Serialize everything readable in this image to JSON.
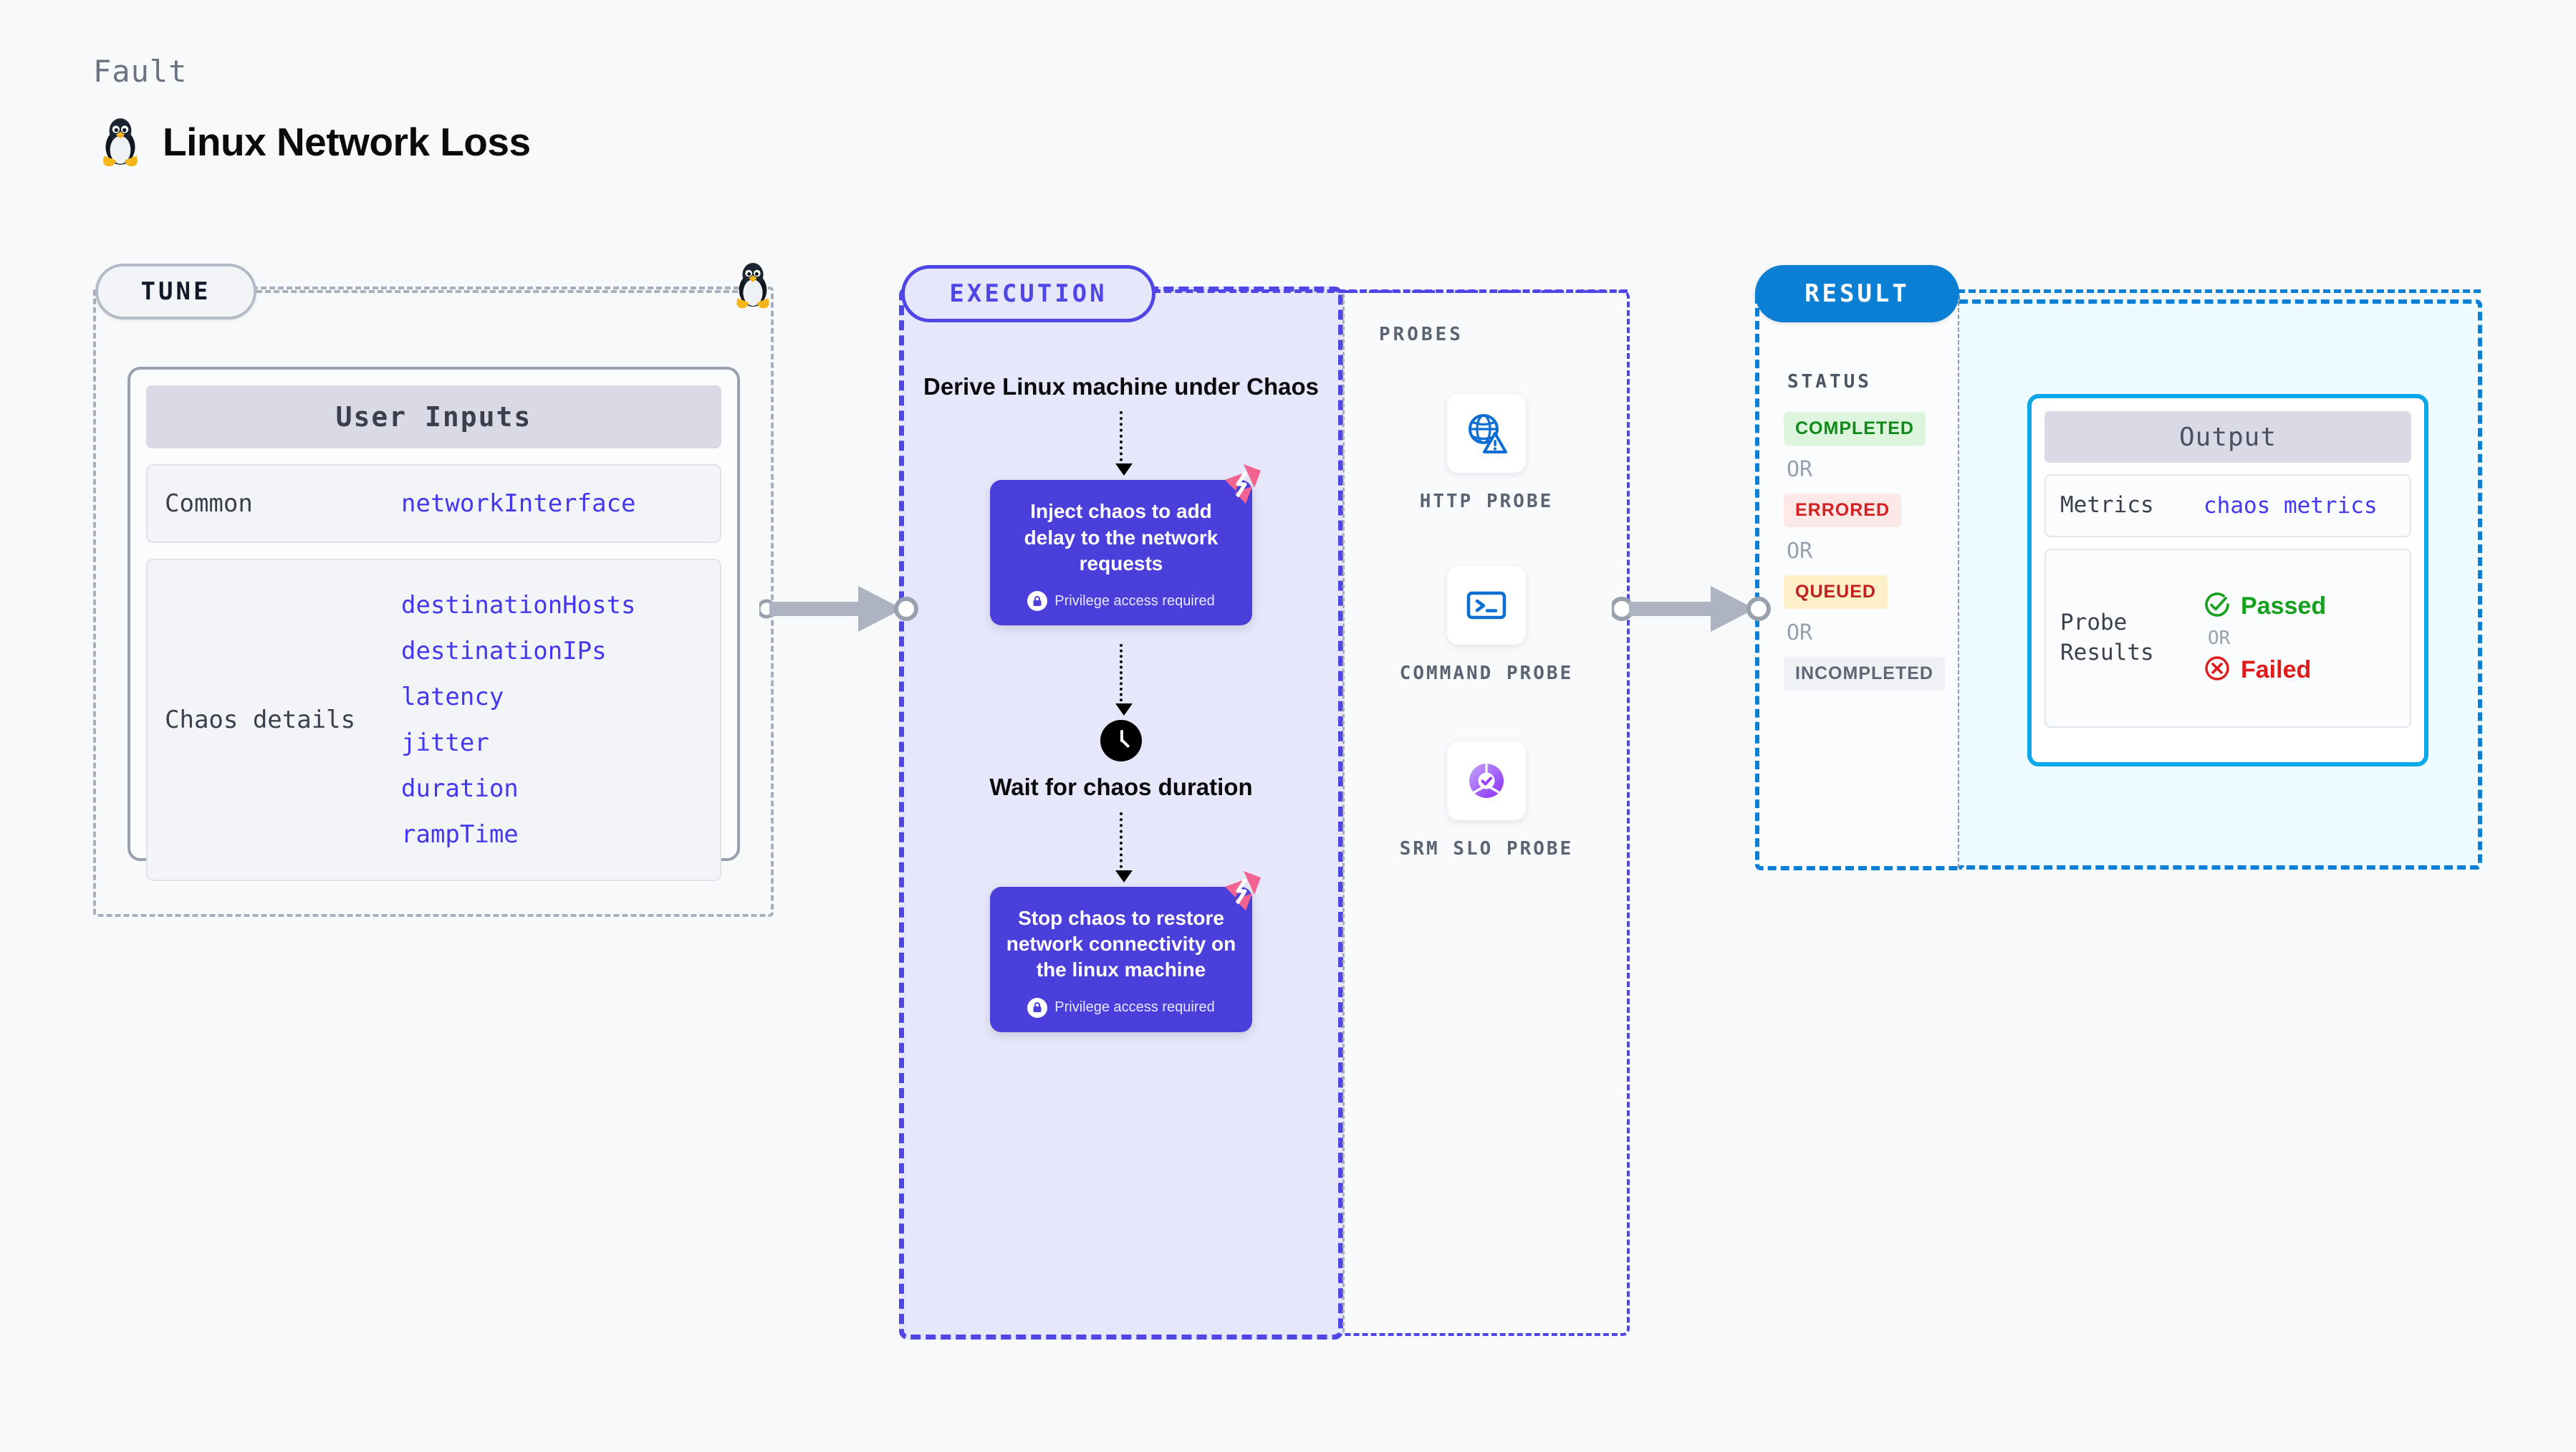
{
  "header": {
    "eyebrow": "Fault",
    "title": "Linux Network Loss",
    "icon": "linux-penguin-icon"
  },
  "tune": {
    "pill_label": "TUNE",
    "badge_icon": "linux-penguin-icon",
    "card": {
      "title": "User Inputs",
      "rows": [
        {
          "label": "Common",
          "values": [
            "networkInterface"
          ]
        },
        {
          "label": "Chaos details",
          "values": [
            "destinationHosts",
            "destinationIPs",
            "latency",
            "jitter",
            "duration",
            "rampTime"
          ]
        }
      ]
    }
  },
  "execution": {
    "pill_label": "EXECUTION",
    "steps": [
      {
        "type": "text",
        "label": "Derive Linux machine under Chaos"
      },
      {
        "type": "chaos-box",
        "label": "Inject chaos to add delay to the network requests",
        "note": "Privilege access required",
        "note_icon": "lock-icon",
        "corner_icon": "harness-logo-icon"
      },
      {
        "type": "wait",
        "label": "Wait for chaos duration",
        "icon": "clock-icon"
      },
      {
        "type": "chaos-box",
        "label": "Stop chaos to restore network connectivity on the linux machine",
        "note": "Privilege access required",
        "note_icon": "lock-icon",
        "corner_icon": "harness-logo-icon"
      }
    ]
  },
  "probes": {
    "section_label": "PROBES",
    "items": [
      {
        "name": "HTTP PROBE",
        "icon": "globe-warning-icon"
      },
      {
        "name": "COMMAND PROBE",
        "icon": "terminal-icon"
      },
      {
        "name": "SRM SLO PROBE",
        "icon": "srm-slo-icon"
      }
    ]
  },
  "result": {
    "pill_label": "RESULT",
    "status_label": "STATUS",
    "or_label": "OR",
    "statuses": [
      {
        "label": "COMPLETED",
        "color": "#0f8a1a",
        "bg": "#ddf5dd"
      },
      {
        "label": "ERRORED",
        "color": "#d32020",
        "bg": "#fde8e8"
      },
      {
        "label": "QUEUED",
        "color": "#c02020",
        "bg": "#fdf0c8"
      },
      {
        "label": "INCOMPLETED",
        "color": "#5f6775",
        "bg": "#f0f1f5"
      }
    ]
  },
  "output": {
    "title": "Output",
    "metrics_label": "Metrics",
    "metrics_value": "chaos metrics",
    "probe_results_label": "Probe Results",
    "passed_label": "Passed",
    "failed_label": "Failed",
    "or_label": "OR",
    "passed_icon": "check-circle-icon",
    "failed_icon": "x-circle-icon"
  },
  "colors": {
    "accent_purple": "#4f46e5",
    "chaos_box": "#4b3fdb",
    "result_blue": "#0b7fd4",
    "output_border": "#0aa8e8",
    "value_blue": "#4338ef",
    "harness_pink": "#f2638f",
    "pass_green": "#17a01e",
    "fail_red": "#e01b1b"
  }
}
